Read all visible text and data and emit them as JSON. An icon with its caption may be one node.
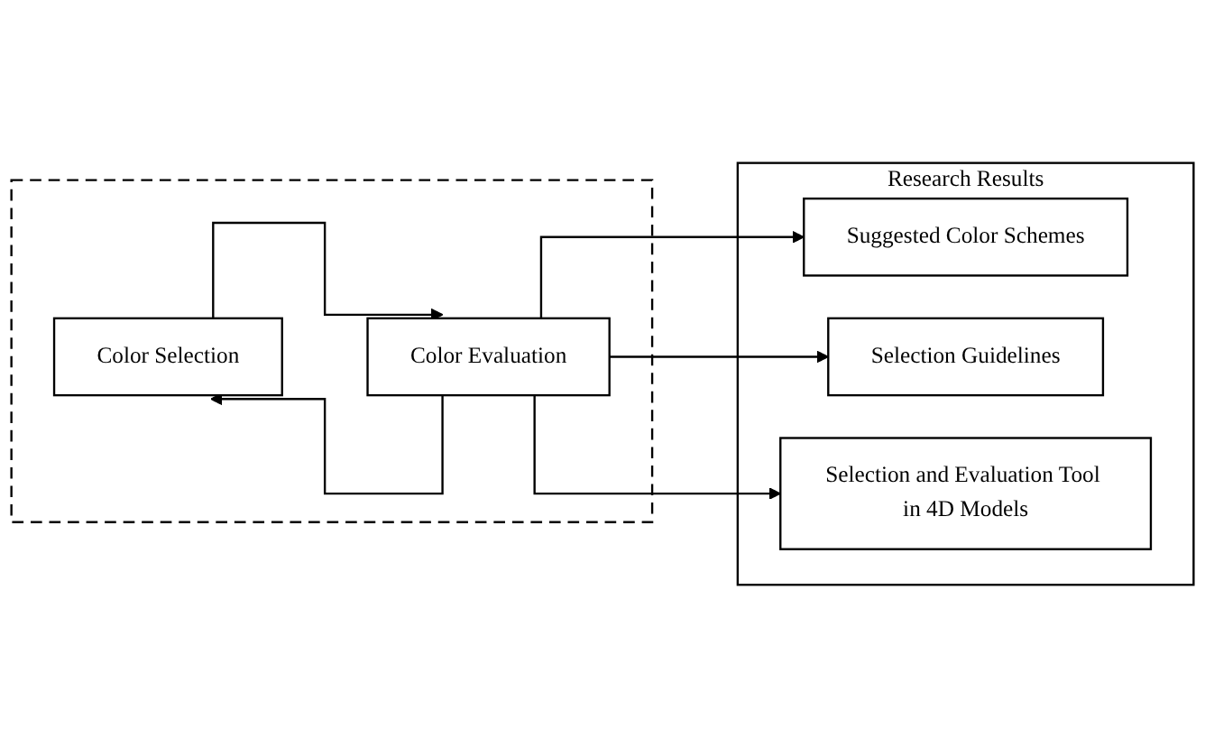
{
  "diagram": {
    "nodes": [
      {
        "text": [],
        "shape": "box"
      },
      {
        "text": [
          "Color Selection"
        ],
        "in": 0
      },
      {
        "text": [
          "Color Evaluation"
        ],
        "in": 0
      },
      {
        "text": [
          "Research Results"
        ]
      },
      {
        "text": [
          "Suggested Color Schemes"
        ],
        "in": 3
      },
      {
        "text": [
          "Selection Guidelines"
        ],
        "in": 3
      },
      {
        "text": [
          "Selection and Evaluation Tool in 4D Models"
        ],
        "in": 3
      }
    ],
    "edges": [
      {
        "from": 1,
        "to": 2,
        "arrow": "to"
      },
      {
        "from": 2,
        "to": 1,
        "arrow": "to"
      },
      {
        "from": 2,
        "to": 4,
        "arrow": "to"
      },
      {
        "from": 2,
        "to": 5,
        "arrow": "to"
      },
      {
        "from": 2,
        "to": 6,
        "arrow": "to"
      }
    ]
  }
}
